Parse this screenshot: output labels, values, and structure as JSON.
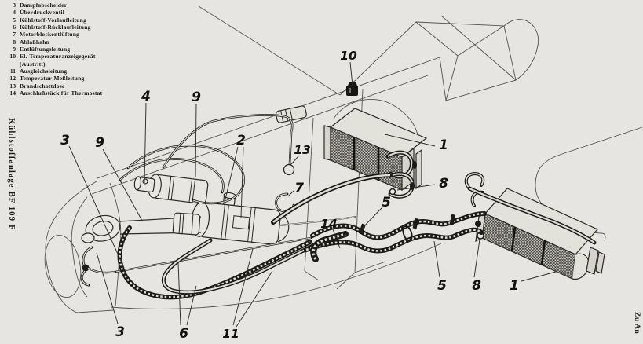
{
  "page": {
    "side_label": "Kühlstoffanlage BF 109 F",
    "corner_note": "Zu An"
  },
  "colors": {
    "paper": "#e6e5e1",
    "ink": "#1b1b17"
  },
  "legend": {
    "items": [
      {
        "num": "3",
        "label": "Dampfabscheider"
      },
      {
        "num": "4",
        "label": "Überdruckventil"
      },
      {
        "num": "5",
        "label": "Kühlstoff-Vorlaufleitung"
      },
      {
        "num": "6",
        "label": "Kühlstoff-Rücklaufleitung"
      },
      {
        "num": "7",
        "label": "Motorblockentlüftung"
      },
      {
        "num": "8",
        "label": "Ablaßhahn"
      },
      {
        "num": "9",
        "label": "Entlüftungsleitung"
      },
      {
        "num": "10",
        "label": "El.-Temperaturanzeigegerät",
        "label2": "(Austritt)"
      },
      {
        "num": "11",
        "label": "Ausgleichsleitung"
      },
      {
        "num": "12",
        "label": "Temperatur-Meßleitung"
      },
      {
        "num": "13",
        "label": "Brandschottdose"
      },
      {
        "num": "14",
        "label": "Anschlußstück für Thermostat"
      }
    ]
  },
  "callouts": [
    {
      "label": "3"
    },
    {
      "label": "9"
    },
    {
      "label": "4"
    },
    {
      "label": "9"
    },
    {
      "label": "2"
    },
    {
      "label": "13"
    },
    {
      "label": "7"
    },
    {
      "label": "10"
    },
    {
      "label": "1"
    },
    {
      "label": "8"
    },
    {
      "label": "5"
    },
    {
      "label": "14"
    },
    {
      "label": "3"
    },
    {
      "label": "6"
    },
    {
      "label": "11"
    },
    {
      "label": "5"
    },
    {
      "label": "8"
    },
    {
      "label": "1"
    }
  ]
}
